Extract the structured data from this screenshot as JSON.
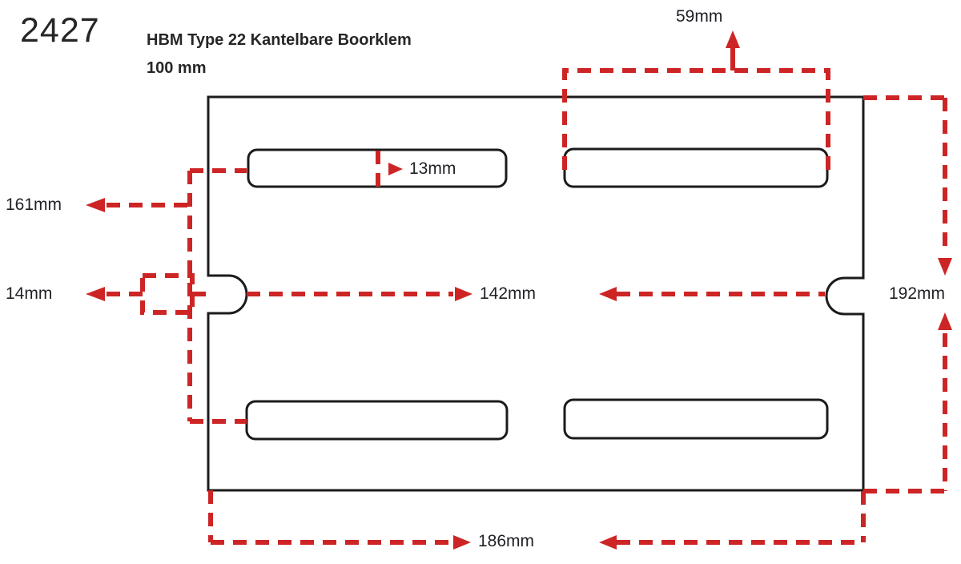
{
  "header": {
    "part_number": "2427",
    "product_title": "HBM Type 22 Kantelbare Boorklem",
    "product_size": "100 mm"
  },
  "dimension_labels": {
    "top_slot_offset": "59mm",
    "slot_width": "13mm",
    "slot_row_spacing": "161mm",
    "notch_depth": "14mm",
    "notch_to_notch": "142mm",
    "plate_height": "192mm",
    "plate_width": "186mm"
  },
  "colors": {
    "dimension_red": "#cd2525",
    "line_ink": "#1b1b1b",
    "text_ink": "#202227",
    "header_ink": "#262626",
    "page_bg": "#ffffff"
  }
}
